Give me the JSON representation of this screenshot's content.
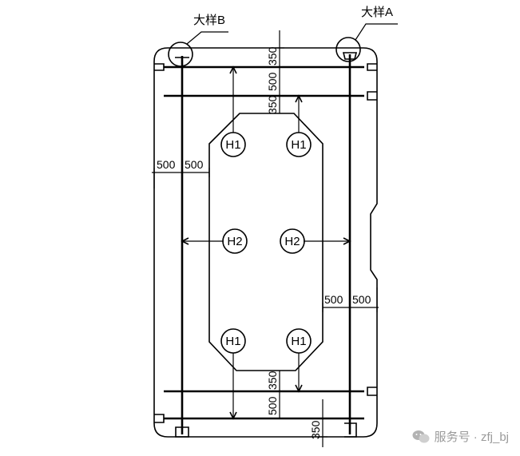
{
  "labels": {
    "detail_a": "大样A",
    "detail_b": "大样B"
  },
  "dimensions": {
    "top_350": "350",
    "top_500": "500",
    "top_350_b": "350",
    "left_500_a": "500",
    "left_500_b": "500",
    "right_500_a": "500",
    "right_500_b": "500",
    "bottom_350_a": "350",
    "bottom_500": "500",
    "bottom_350_b": "350"
  },
  "bubbles": {
    "h1_top_left": "H1",
    "h1_top_right": "H1",
    "h2_left": "H2",
    "h2_right": "H2",
    "h1_bottom_left": "H1",
    "h1_bottom_right": "H1"
  },
  "watermark": {
    "text": "服务号 · zfj_bj"
  }
}
